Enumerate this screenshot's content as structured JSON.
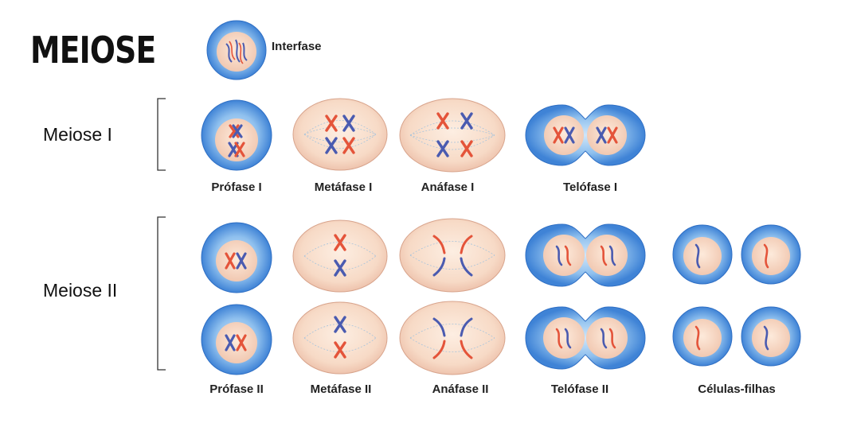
{
  "title": "MEIOSE",
  "interfase_label": "Interfase",
  "sections": {
    "meiose1": "Meiose I",
    "meiose2": "Meiose II"
  },
  "stages_meiose1": [
    "Prófase I",
    "Metáfase I",
    "Anáfase I",
    "Telófase I"
  ],
  "stages_meiose2": [
    "Prófase II",
    "Metáfase II",
    "Anáfase II",
    "Telófase II",
    "Células-filhas"
  ],
  "colors": {
    "cytoplasm_outer": "#4f94dd",
    "cytoplasm_inner": "#a9d2f2",
    "nucleus": "#f8d8c2",
    "cell_body": "#f7dccb",
    "chromosome_red": "#e4543a",
    "chromosome_blue": "#4a5bb0"
  }
}
